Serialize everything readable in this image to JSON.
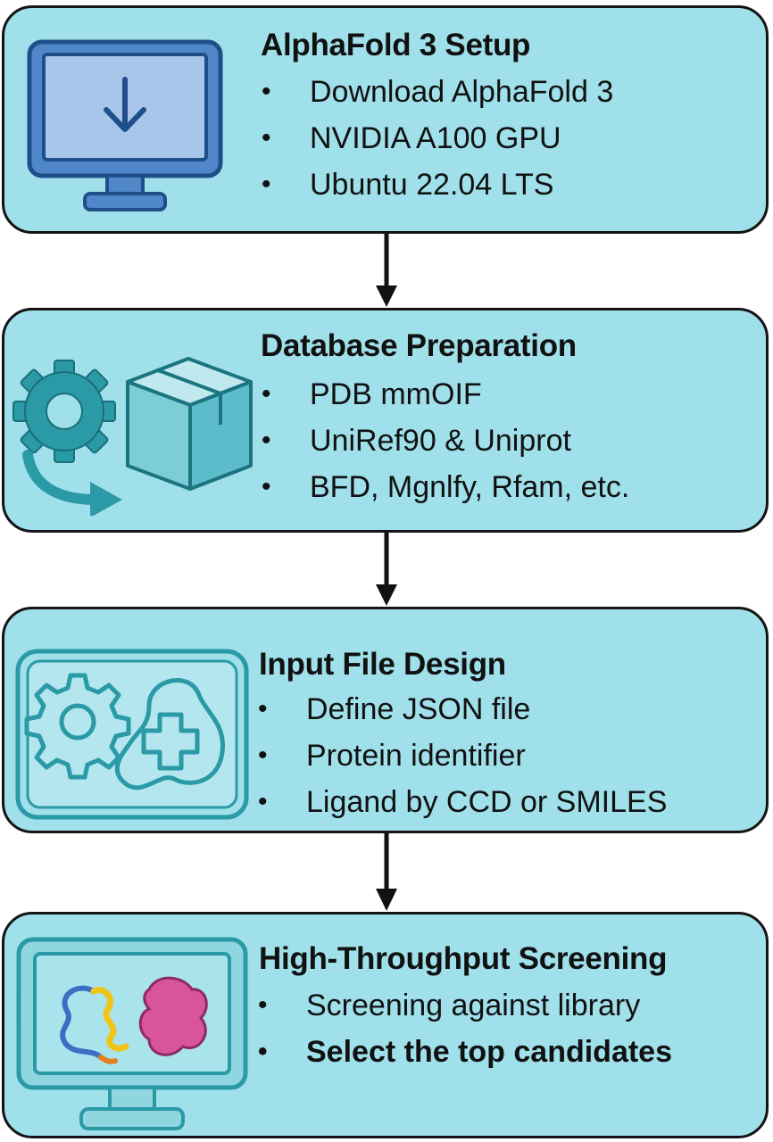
{
  "stages": [
    {
      "title": "AlphaFold 3 Setup",
      "icon": "monitor-download-icon",
      "bullets": [
        {
          "text": "Download AlphaFold 3",
          "bold": false
        },
        {
          "text": "NVIDIA A100 GPU",
          "bold": false
        },
        {
          "text": "Ubuntu 22.04 LTS",
          "bold": false
        }
      ]
    },
    {
      "title": "Database Preparation",
      "icon": "gear-box-icon",
      "bullets": [
        {
          "text": "PDB mmOIF",
          "bold": false
        },
        {
          "text": "UniRef90 & Uniprot",
          "bold": false
        },
        {
          "text": "BFD, Mgnlfy, Rfam, etc.",
          "bold": false
        }
      ]
    },
    {
      "title": "Input File Design",
      "icon": "gear-molecule-icon",
      "bullets": [
        {
          "text": "Define JSON file",
          "bold": false
        },
        {
          "text": "Protein identifier",
          "bold": false
        },
        {
          "text": "Ligand by CCD or SMILES",
          "bold": false
        }
      ]
    },
    {
      "title": "High-Throughput Screening",
      "icon": "monitor-protein-icon",
      "bullets": [
        {
          "text": "Screening against library",
          "bold": false
        },
        {
          "text": "Select the top candidates",
          "bold": true
        }
      ]
    }
  ],
  "colors": {
    "box_fill": "#9fe0ea",
    "box_border": "#141414",
    "icon_blue": "#2f63a6",
    "icon_teal": "#2a9aa6"
  }
}
